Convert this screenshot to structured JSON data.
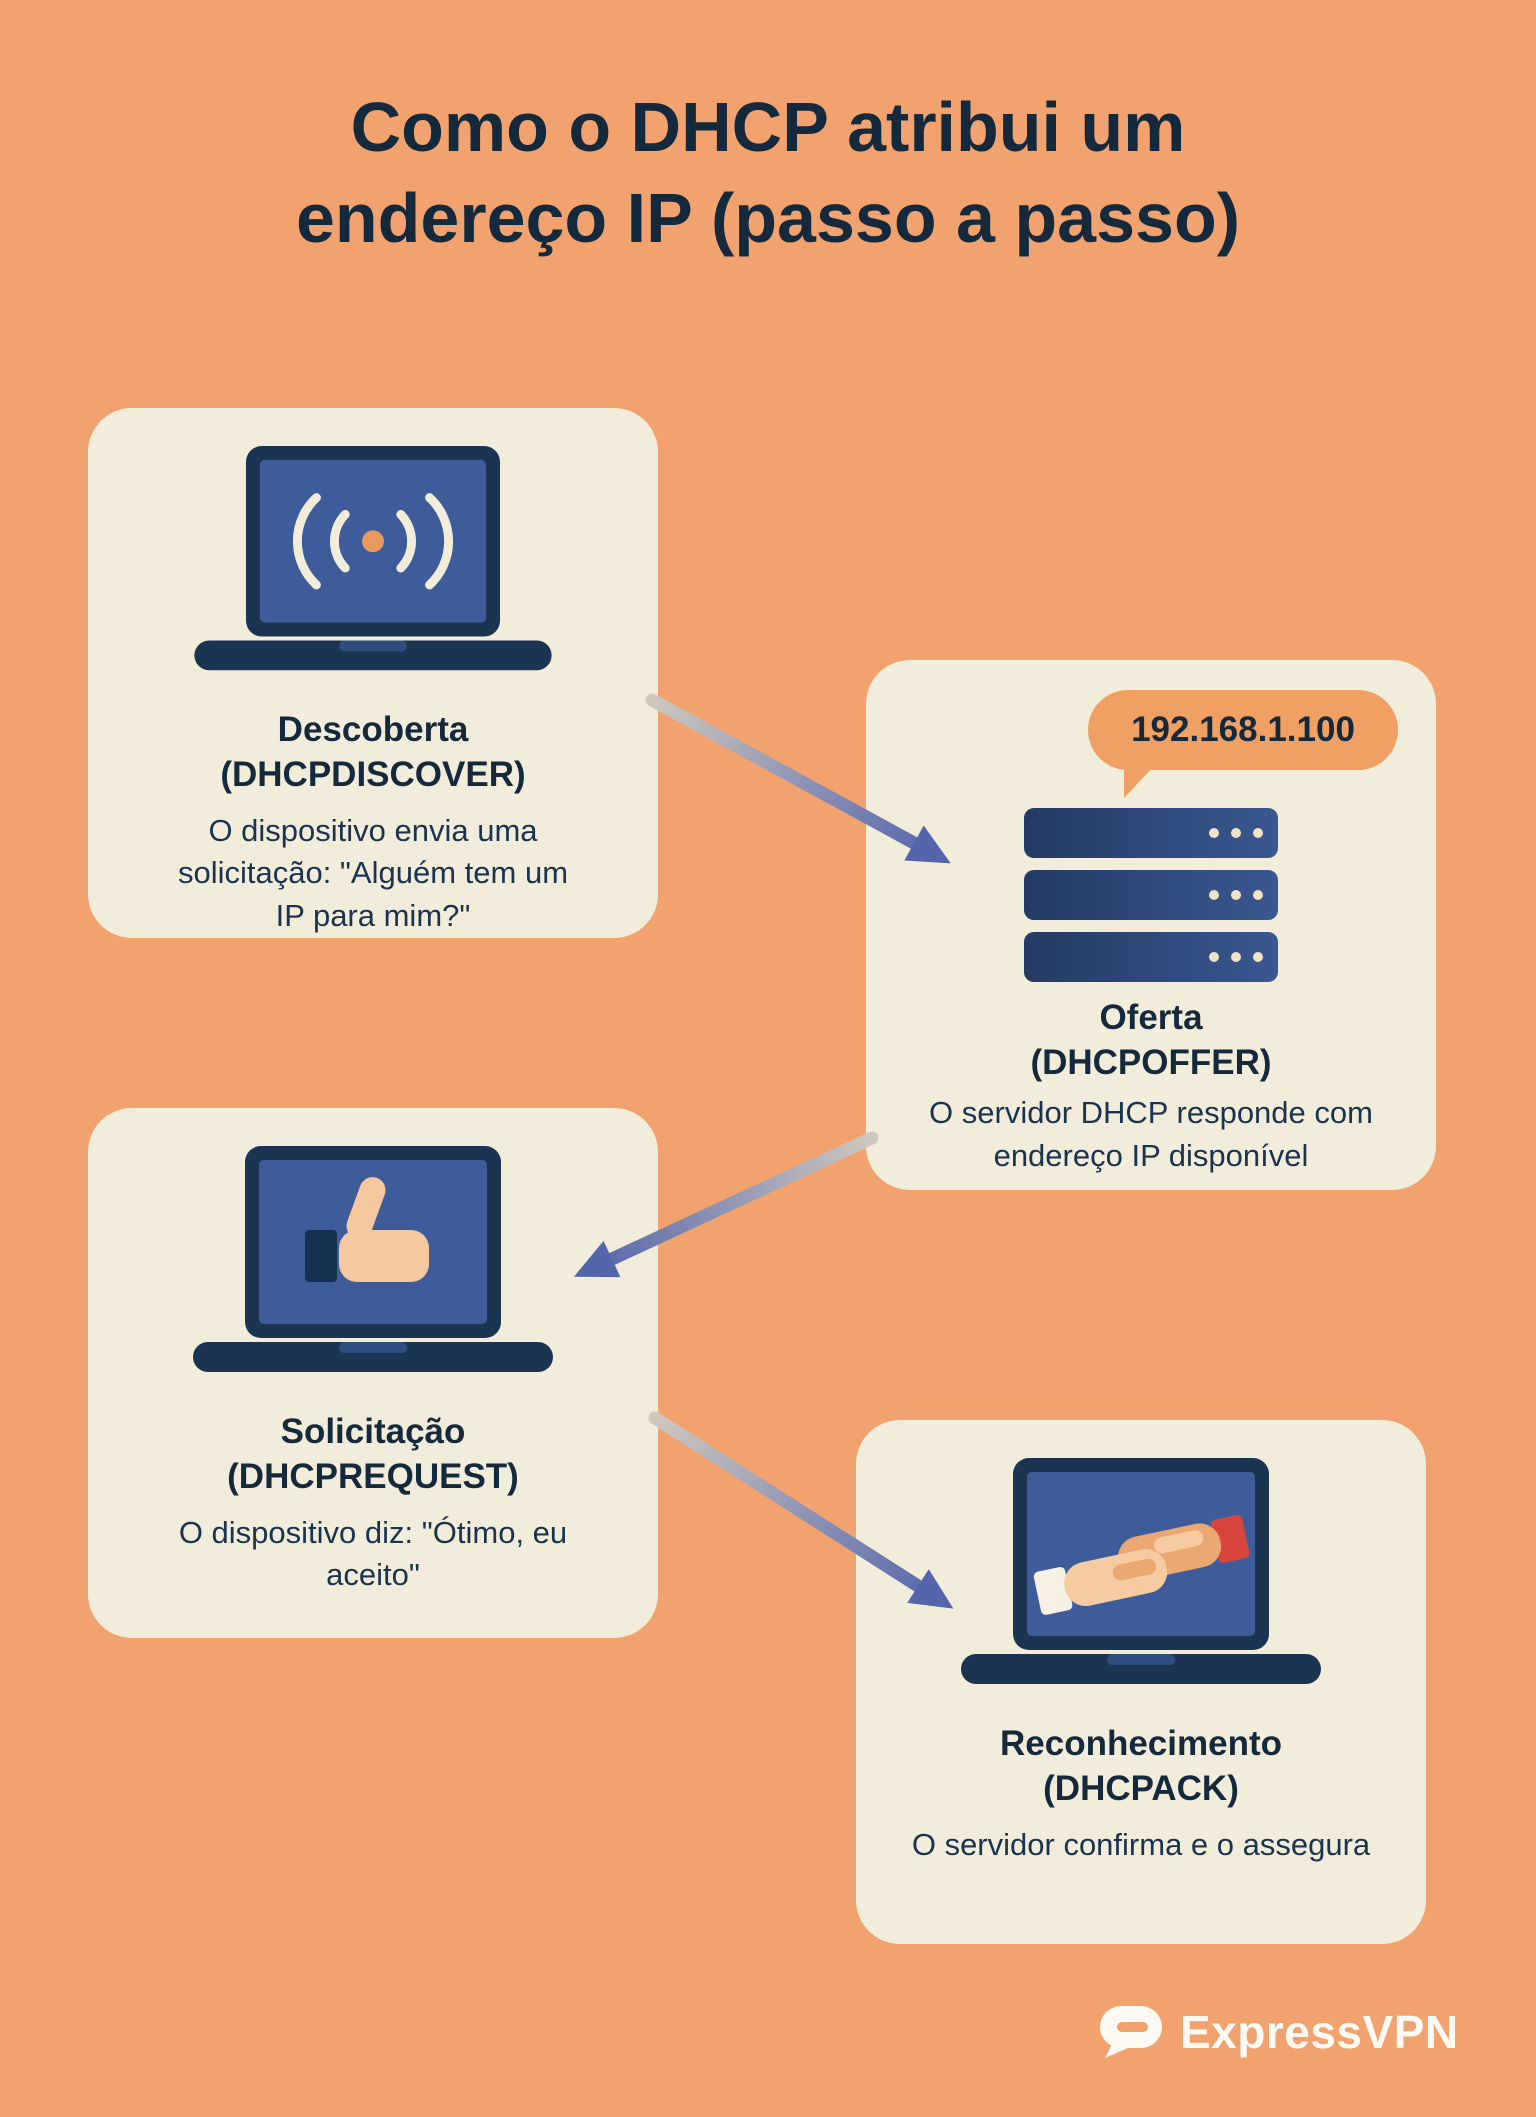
{
  "title": {
    "line1": "Como o DHCP atribui um",
    "line2": "endereço IP (passo a passo)"
  },
  "steps": [
    {
      "name": "Descoberta",
      "protocol": "(DHCPDISCOVER)",
      "description": "O dispositivo envia uma solicitação: \"Alguém tem um IP para mim?\"",
      "icon": "laptop-broadcast-icon"
    },
    {
      "name": "Oferta",
      "protocol": "(DHCPOFFER)",
      "description": "O servidor DHCP responde com endereço IP disponível",
      "bubble": "192.168.1.100",
      "icon": "server-stack-icon"
    },
    {
      "name": "Solicitação",
      "protocol": "(DHCPREQUEST)",
      "description": "O dispositivo diz: \"Ótimo, eu aceito\"",
      "icon": "laptop-thumbs-up-icon"
    },
    {
      "name": "Reconhecimento",
      "protocol": "(DHCPACK)",
      "description": "O servidor confirma e o assegura",
      "icon": "laptop-handshake-icon"
    }
  ],
  "footer": {
    "brand": "ExpressVPN"
  },
  "colors": {
    "background": "#F2A26E",
    "card": "#F2ECDA",
    "text": "#14293C",
    "screen_blue": "#3E5C9A",
    "laptop_frame": "#1B3452",
    "bubble_orange": "#F1A063",
    "arrow_start": "#CFC8BE",
    "arrow_end": "#5566AC"
  }
}
